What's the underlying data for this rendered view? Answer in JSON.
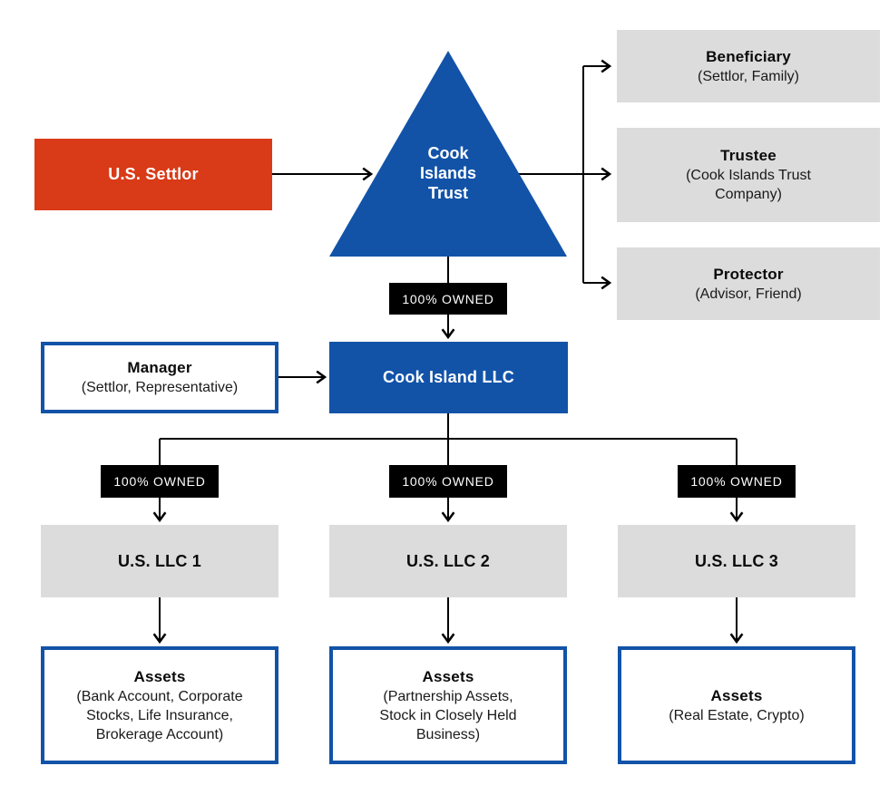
{
  "diagram": {
    "settlor": {
      "label": "U.S. Settlor"
    },
    "trust": {
      "title": "Cook\nIslands\nTrust"
    },
    "ownership_label": "100% OWNED",
    "roles": [
      {
        "title": "Beneficiary",
        "subtitle": "(Settlor, Family)"
      },
      {
        "title": "Trustee",
        "subtitle": "(Cook Islands Trust Company)"
      },
      {
        "title": "Protector",
        "subtitle": "(Advisor, Friend)"
      }
    ],
    "manager": {
      "title": "Manager",
      "subtitle": "(Settlor, Representative)"
    },
    "holding": {
      "label": "Cook Island LLC"
    },
    "llcs": [
      {
        "label": "U.S. LLC 1"
      },
      {
        "label": "U.S. LLC 2"
      },
      {
        "label": "U.S. LLC 3"
      }
    ],
    "assets": [
      {
        "title": "Assets",
        "subtitle": "(Bank Account, Corporate Stocks, Life Insurance, Brokerage Account)"
      },
      {
        "title": "Assets",
        "subtitle": "(Partnership Assets, Stock in Closely Held Business)"
      },
      {
        "title": "Assets",
        "subtitle": "(Real Estate, Crypto)"
      }
    ],
    "colors": {
      "accent_orange": "#d93a17",
      "accent_blue": "#1253a8",
      "box_gray": "#dcdcdc",
      "line_black": "#000000"
    }
  }
}
